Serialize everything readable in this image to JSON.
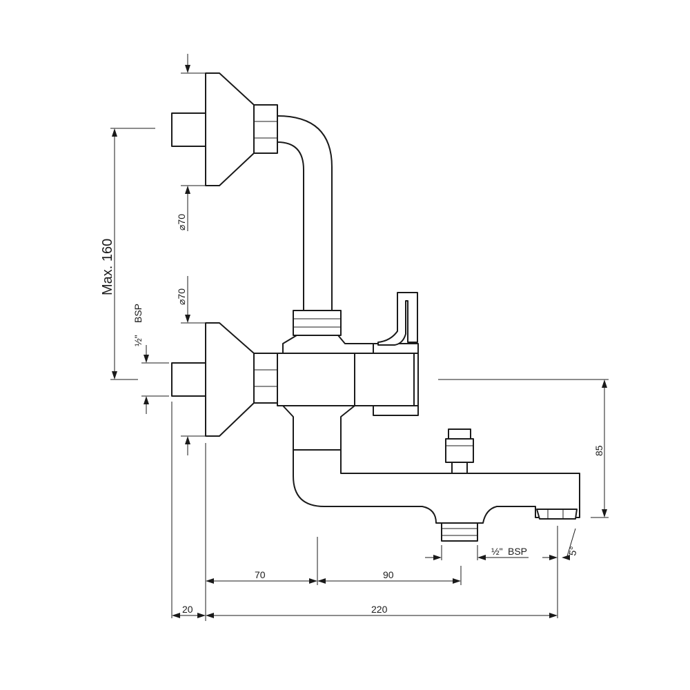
{
  "labels": {
    "max_height": "Max. 160",
    "inlet_thread": "BSP",
    "inlet_thread_fraction": "½\"",
    "rosette_diameter_upper": "⌀70",
    "rosette_diameter_lower": "⌀70",
    "spout_height": "85",
    "outlet_thread": "BSP",
    "outlet_thread_fraction": "½\"",
    "outlet_angle": "5°",
    "dim_wall_to_body": "70",
    "dim_body_to_outlet": "90",
    "dim_offset": "20",
    "dim_total_projection": "220"
  },
  "colors": {
    "line": "#1a1a1a",
    "background": "#ffffff"
  }
}
